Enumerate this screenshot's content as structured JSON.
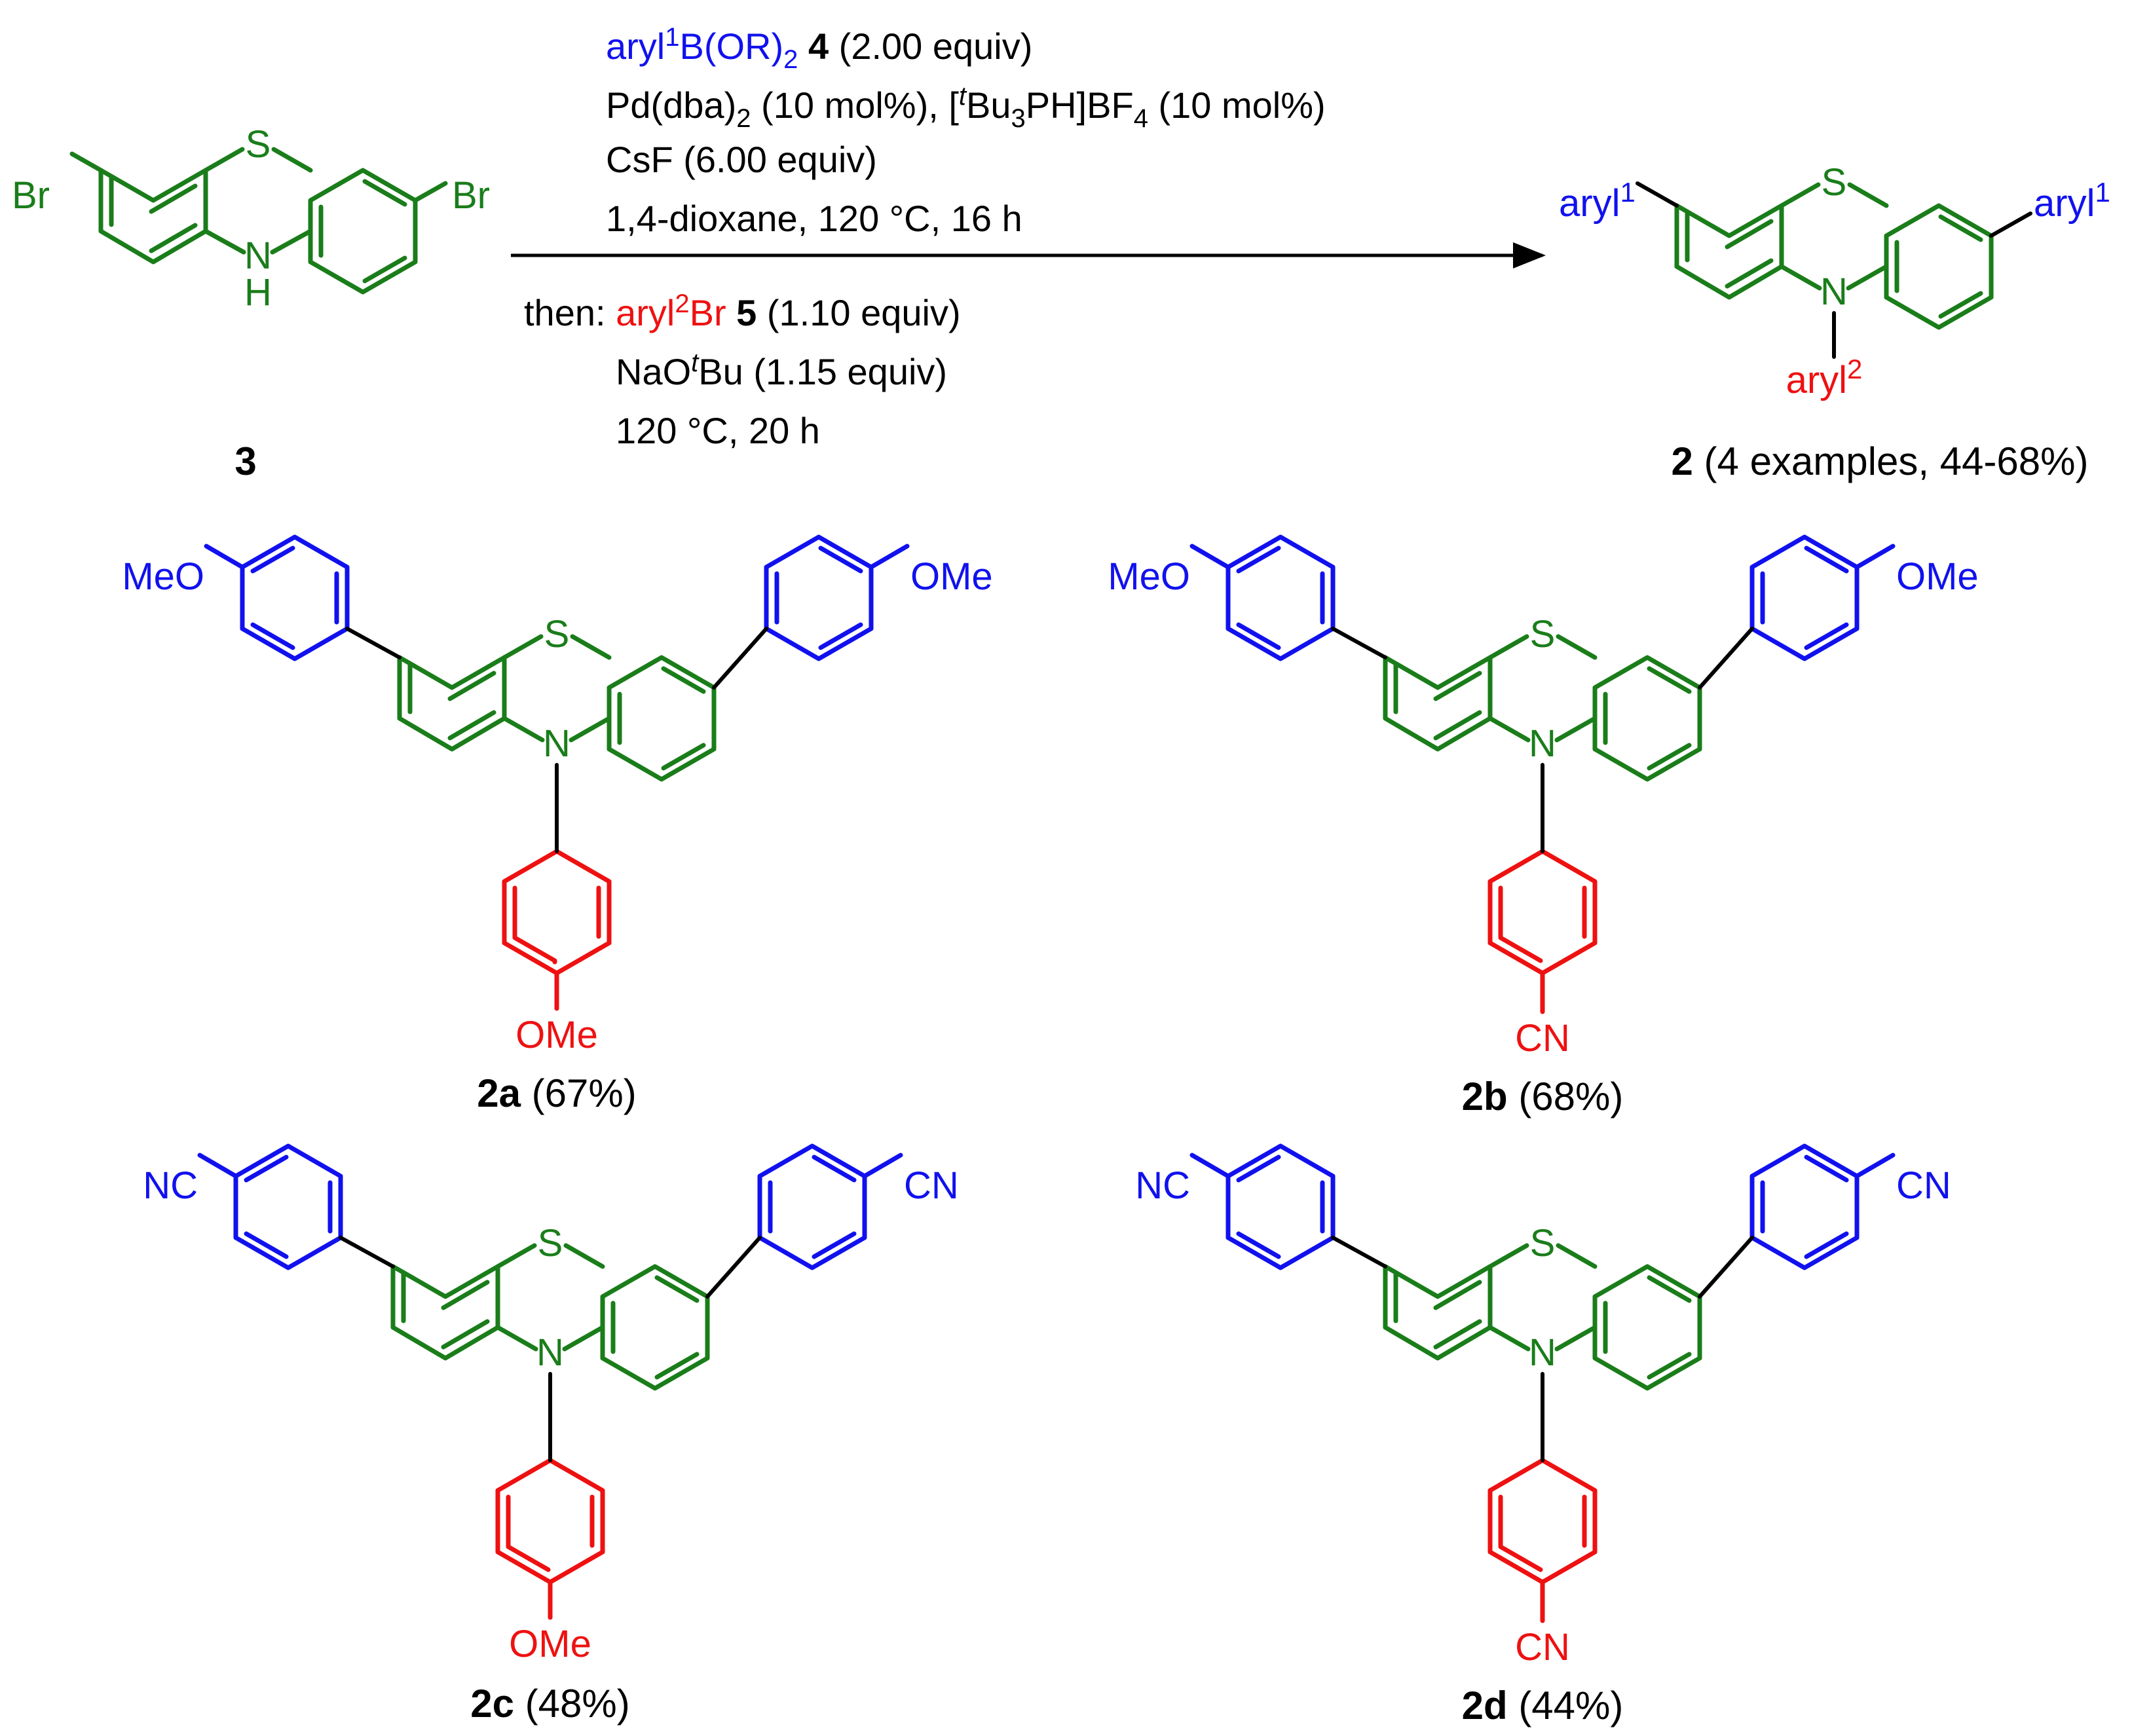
{
  "colors": {
    "core": "#1a7d1a",
    "aryl1": "#1111ee",
    "aryl2": "#ee1111",
    "text": "#000000"
  },
  "starting_material": {
    "number": "3",
    "sulfur": "S",
    "nitrogen_h": "N",
    "hydrogen": "H",
    "bromine_left": "Br",
    "bromine_right": "Br"
  },
  "conditions": {
    "line1": {
      "aryl": "aryl",
      "sup": "1",
      "rest": "B(OR)",
      "sub": "2",
      "space": " ",
      "num": "4",
      "equiv": " (2.00 equiv)"
    },
    "line2": {
      "a": "Pd(dba)",
      "sub1": "2",
      "b": " (10 mol%), [",
      "sup": "t",
      "c": "Bu",
      "sub2": "3",
      "d": "PH]BF",
      "sub3": "4",
      "e": " (10 mol%)"
    },
    "line3": "CsF (6.00 equiv)",
    "line4": "1,4-dioxane, 120 °C, 16 h",
    "line5": {
      "then": "then: ",
      "aryl": "aryl",
      "sup": "2",
      "rest": "Br ",
      "num": "5",
      "equiv": " (1.10 equiv)"
    },
    "line6": {
      "a": "NaO",
      "sup": "t",
      "b": "Bu (1.15 equiv)"
    },
    "line7": "120 °C, 20 h"
  },
  "general_product": {
    "sulfur": "S",
    "nitrogen": "N",
    "aryl1_left": "aryl",
    "aryl1_left_sup": "1",
    "aryl1_right": "aryl",
    "aryl1_right_sup": "1",
    "aryl2": "aryl",
    "aryl2_sup": "2",
    "number": "2",
    "caption_rest": " (4 examples, 44-68%)"
  },
  "products": [
    {
      "id": "2a",
      "yield": " (67%)",
      "left_group": "MeO",
      "right_group": "OMe",
      "bottom_group": "OMe",
      "sulfur": "S",
      "nitrogen": "N"
    },
    {
      "id": "2b",
      "yield": " (68%)",
      "left_group": "MeO",
      "right_group": "OMe",
      "bottom_group": "CN",
      "sulfur": "S",
      "nitrogen": "N"
    },
    {
      "id": "2c",
      "yield": " (48%)",
      "left_group": "NC",
      "right_group": "CN",
      "bottom_group": "OMe",
      "sulfur": "S",
      "nitrogen": "N"
    },
    {
      "id": "2d",
      "yield": " (44%)",
      "left_group": "NC",
      "right_group": "CN",
      "bottom_group": "CN",
      "sulfur": "S",
      "nitrogen": "N"
    }
  ]
}
